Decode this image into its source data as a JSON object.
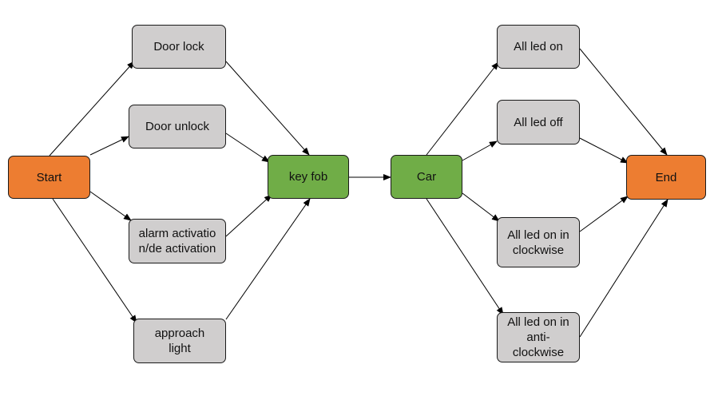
{
  "nodes": {
    "start": {
      "label": "Start",
      "color": "#ed7d31"
    },
    "door_lock": {
      "label": "Door lock",
      "color": "#d0cece"
    },
    "door_unlock": {
      "label": "Door unlock",
      "color": "#d0cece"
    },
    "alarm": {
      "label": "alarm activation/de activation",
      "color": "#d0cece"
    },
    "approach": {
      "label": "approach light",
      "color": "#d0cece"
    },
    "key_fob": {
      "label": "key fob",
      "color": "#70ad47"
    },
    "car": {
      "label": "Car",
      "color": "#70ad47"
    },
    "all_on": {
      "label": "All led on",
      "color": "#d0cece"
    },
    "all_off": {
      "label": "All led off",
      "color": "#d0cece"
    },
    "clockwise": {
      "label": "All led on in clockwise",
      "color": "#d0cece"
    },
    "anticlockwise": {
      "label": "All led on in anti-clockwise",
      "color": "#d0cece"
    },
    "end": {
      "label": "End",
      "color": "#ed7d31"
    }
  },
  "edges": [
    [
      "start",
      "door_lock"
    ],
    [
      "start",
      "door_unlock"
    ],
    [
      "start",
      "alarm"
    ],
    [
      "start",
      "approach"
    ],
    [
      "door_lock",
      "key_fob"
    ],
    [
      "door_unlock",
      "key_fob"
    ],
    [
      "alarm",
      "key_fob"
    ],
    [
      "approach",
      "key_fob"
    ],
    [
      "key_fob",
      "car"
    ],
    [
      "car",
      "all_on"
    ],
    [
      "car",
      "all_off"
    ],
    [
      "car",
      "clockwise"
    ],
    [
      "car",
      "anticlockwise"
    ],
    [
      "all_on",
      "end"
    ],
    [
      "all_off",
      "end"
    ],
    [
      "clockwise",
      "end"
    ],
    [
      "anticlockwise",
      "end"
    ]
  ]
}
